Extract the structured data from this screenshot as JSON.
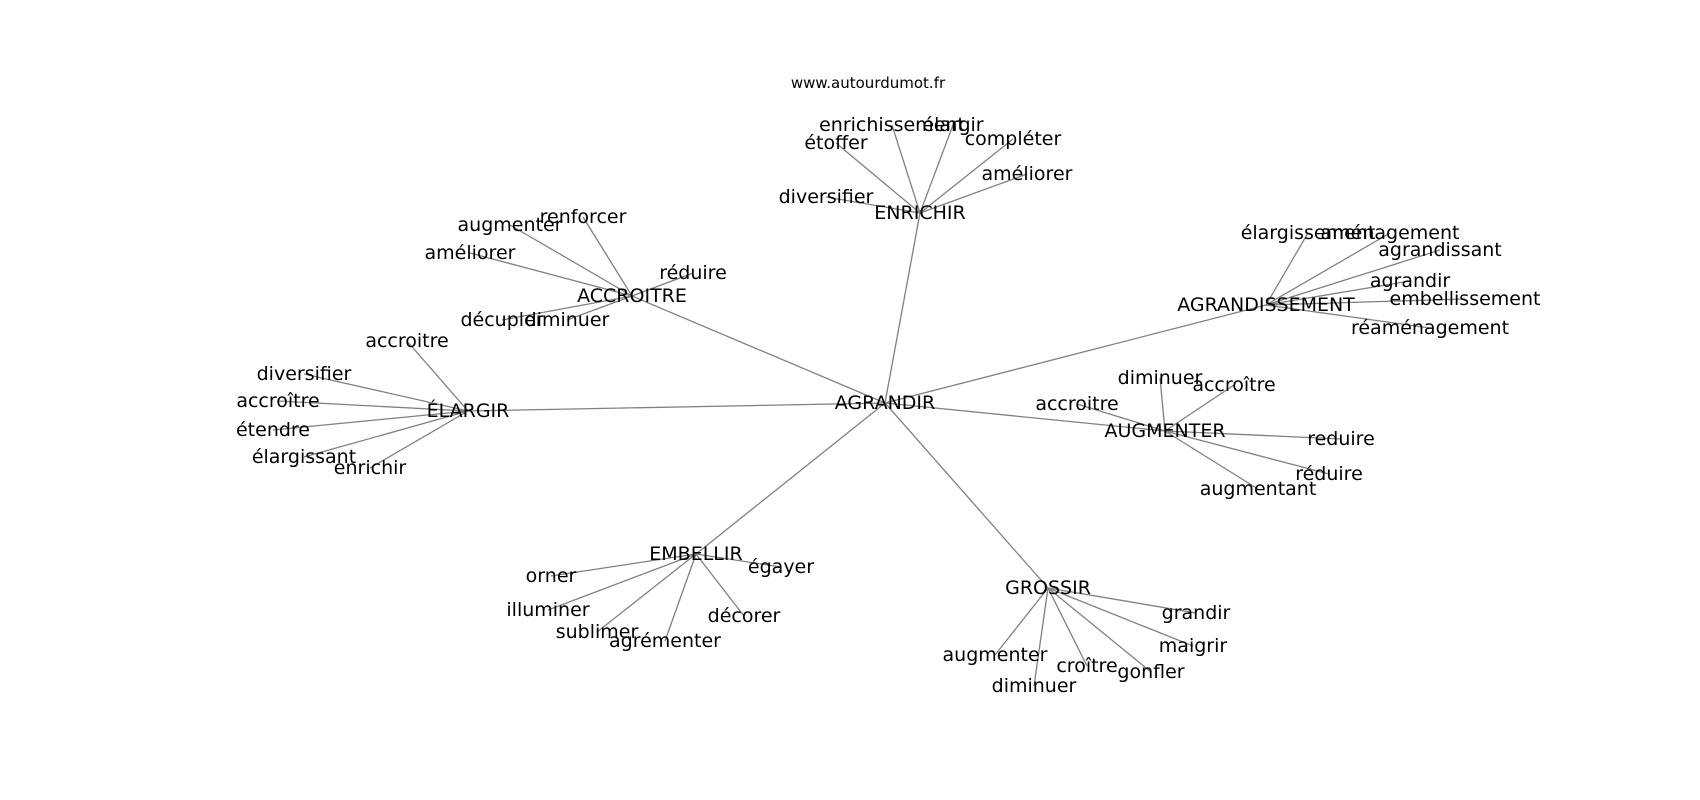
{
  "source": "www.autourdumot.fr",
  "colors": {
    "edge": "#808080",
    "text": "#000000",
    "background": "#ffffff"
  },
  "graph": {
    "center": "AGRANDIR",
    "branches": [
      {
        "id": "enrichir",
        "label": "ENRICHIR",
        "leaves": [
          "enrichissement",
          "élargir",
          "étoffer",
          "compléter",
          "améliorer",
          "diversifier"
        ]
      },
      {
        "id": "accroitre",
        "label": "ACCROITRE",
        "leaves": [
          "renforcer",
          "augmenter",
          "améliorer",
          "réduire",
          "décupler",
          "diminuer"
        ]
      },
      {
        "id": "agrandissement",
        "label": "AGRANDISSEMENT",
        "leaves": [
          "élargissement",
          "aménagement",
          "agrandissant",
          "agrandir",
          "embellissement",
          "réaménagement"
        ]
      },
      {
        "id": "elargir",
        "label": "ÉLARGIR",
        "leaves": [
          "accroitre",
          "diversifier",
          "accroître",
          "étendre",
          "élargissant",
          "enrichir"
        ]
      },
      {
        "id": "augmenter",
        "label": "AUGMENTER",
        "leaves": [
          "diminuer",
          "accroître",
          "accroitre",
          "reduire",
          "réduire",
          "augmentant"
        ]
      },
      {
        "id": "embellir",
        "label": "EMBELLIR",
        "leaves": [
          "égayer",
          "orner",
          "illuminer",
          "décorer",
          "sublimer",
          "agrémenter"
        ]
      },
      {
        "id": "grossir",
        "label": "GROSSIR",
        "leaves": [
          "grandir",
          "maigrir",
          "augmenter",
          "croître",
          "gonfler",
          "diminuer"
        ]
      }
    ]
  }
}
